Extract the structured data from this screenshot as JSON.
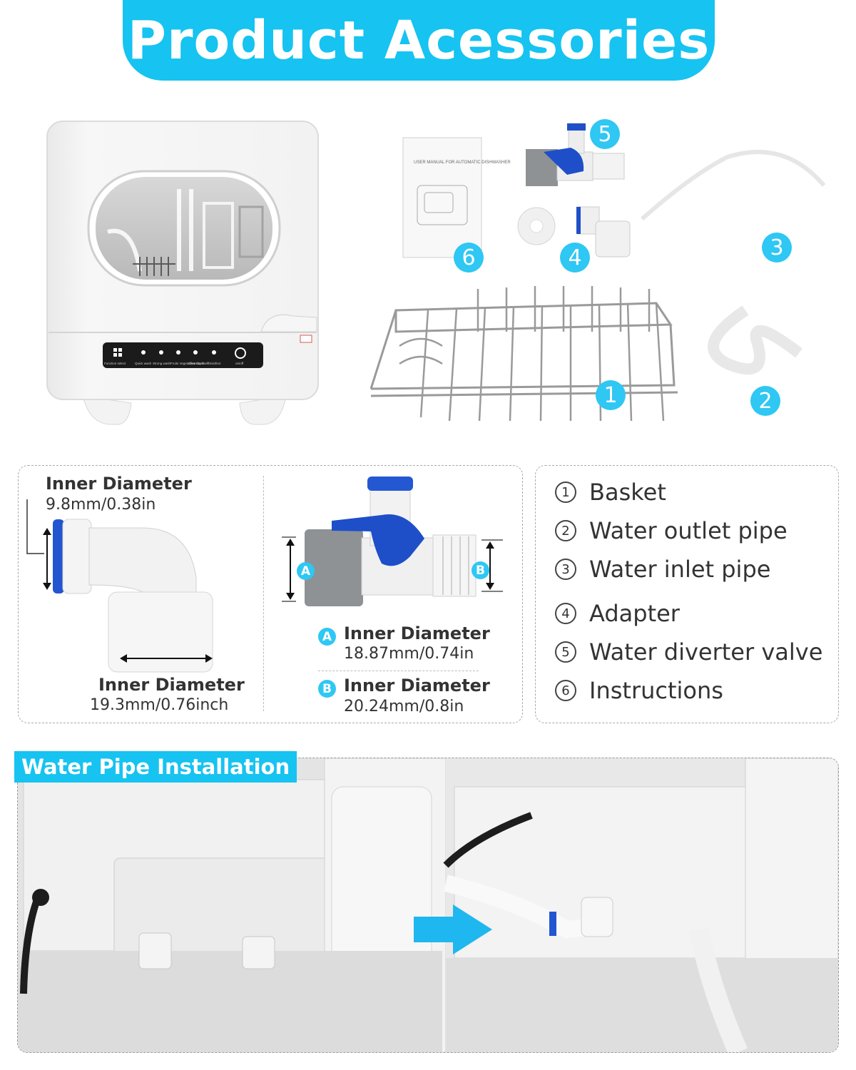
{
  "title": "Product Acessories",
  "accessory_numbers": [
    "1",
    "2",
    "3",
    "4",
    "5",
    "6"
  ],
  "manual_cover_text": "USER MANUAL FOR AUTOMATIC DISHWASHER",
  "control_panel_labels": [
    "Function select",
    "Quick wash",
    "Strong wash",
    "Fruits Vegetables Wash",
    "Clean by itself",
    "Disinfect",
    "on/off"
  ],
  "elbow": {
    "top": {
      "title": "Inner Diameter",
      "value": "9.8mm/0.38in"
    },
    "bottom": {
      "title": "Inner Diameter",
      "value": "19.3mm/0.76inch"
    }
  },
  "valve": {
    "a": {
      "badge": "A",
      "title": "Inner Diameter",
      "value": "18.87mm/0.74in"
    },
    "b": {
      "badge": "B",
      "title": "Inner Diameter",
      "value": "20.24mm/0.8in"
    }
  },
  "legend": [
    {
      "num": "1",
      "label": "Basket"
    },
    {
      "num": "2",
      "label": "Water outlet pipe"
    },
    {
      "num": "3",
      "label": "Water inlet pipe"
    },
    {
      "num": "4",
      "label": "Adapter"
    },
    {
      "num": "5",
      "label": "Water diverter valve"
    },
    {
      "num": "6",
      "label": "Instructions"
    }
  ],
  "installation_label": "Water Pipe Installation",
  "colors": {
    "accent": "#16c3f1",
    "badge": "#2fc7f3",
    "valve_blue": "#1e4fc9",
    "text": "#333333"
  }
}
